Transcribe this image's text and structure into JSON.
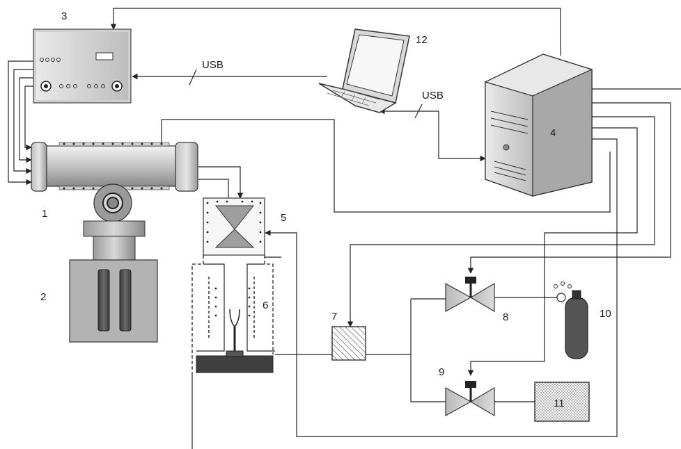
{
  "labels": {
    "n1": "1",
    "n2": "2",
    "n3": "3",
    "n4": "4",
    "n5": "5",
    "n6": "6",
    "n7": "7",
    "n8": "8",
    "n9": "9",
    "n10": "10",
    "n11": "11",
    "n12": "12",
    "usb_left": "USB",
    "usb_right": "USB"
  },
  "colors": {
    "line": "#222222",
    "metal_light": "#d4d4d4",
    "metal_mid": "#a9a9a9",
    "metal_dark": "#6e6e6e",
    "base_dark": "#404040",
    "cylinder": "#555555",
    "cable": "#333333"
  }
}
